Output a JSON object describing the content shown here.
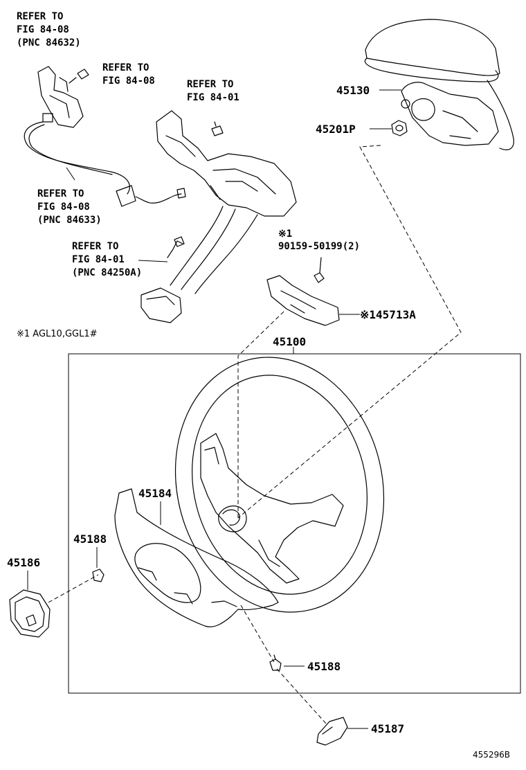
{
  "refs": {
    "r1": [
      "REFER TO",
      "FIG 84-08",
      "(PNC 84632)"
    ],
    "r2": [
      "REFER TO",
      "FIG 84-08"
    ],
    "r3": [
      "REFER TO",
      "FIG 84-01"
    ],
    "r4": [
      "REFER TO",
      "FIG 84-08",
      "(PNC 84633)"
    ],
    "r5": [
      "REFER TO",
      "FIG 84-01",
      "(PNC 84250A)"
    ]
  },
  "note_mark": "※1",
  "bolt_part": "90159-50199(2)",
  "parts": {
    "p45130": "45130",
    "p45201P": "45201P",
    "p45713A": "※145713A",
    "p45100": "45100",
    "p45184": "45184",
    "p45188a": "45188",
    "p45186": "45186",
    "p45188b": "45188",
    "p45187": "45187"
  },
  "footnote": "※1 AGL10,GGL1#",
  "diagram_code": "455296B"
}
